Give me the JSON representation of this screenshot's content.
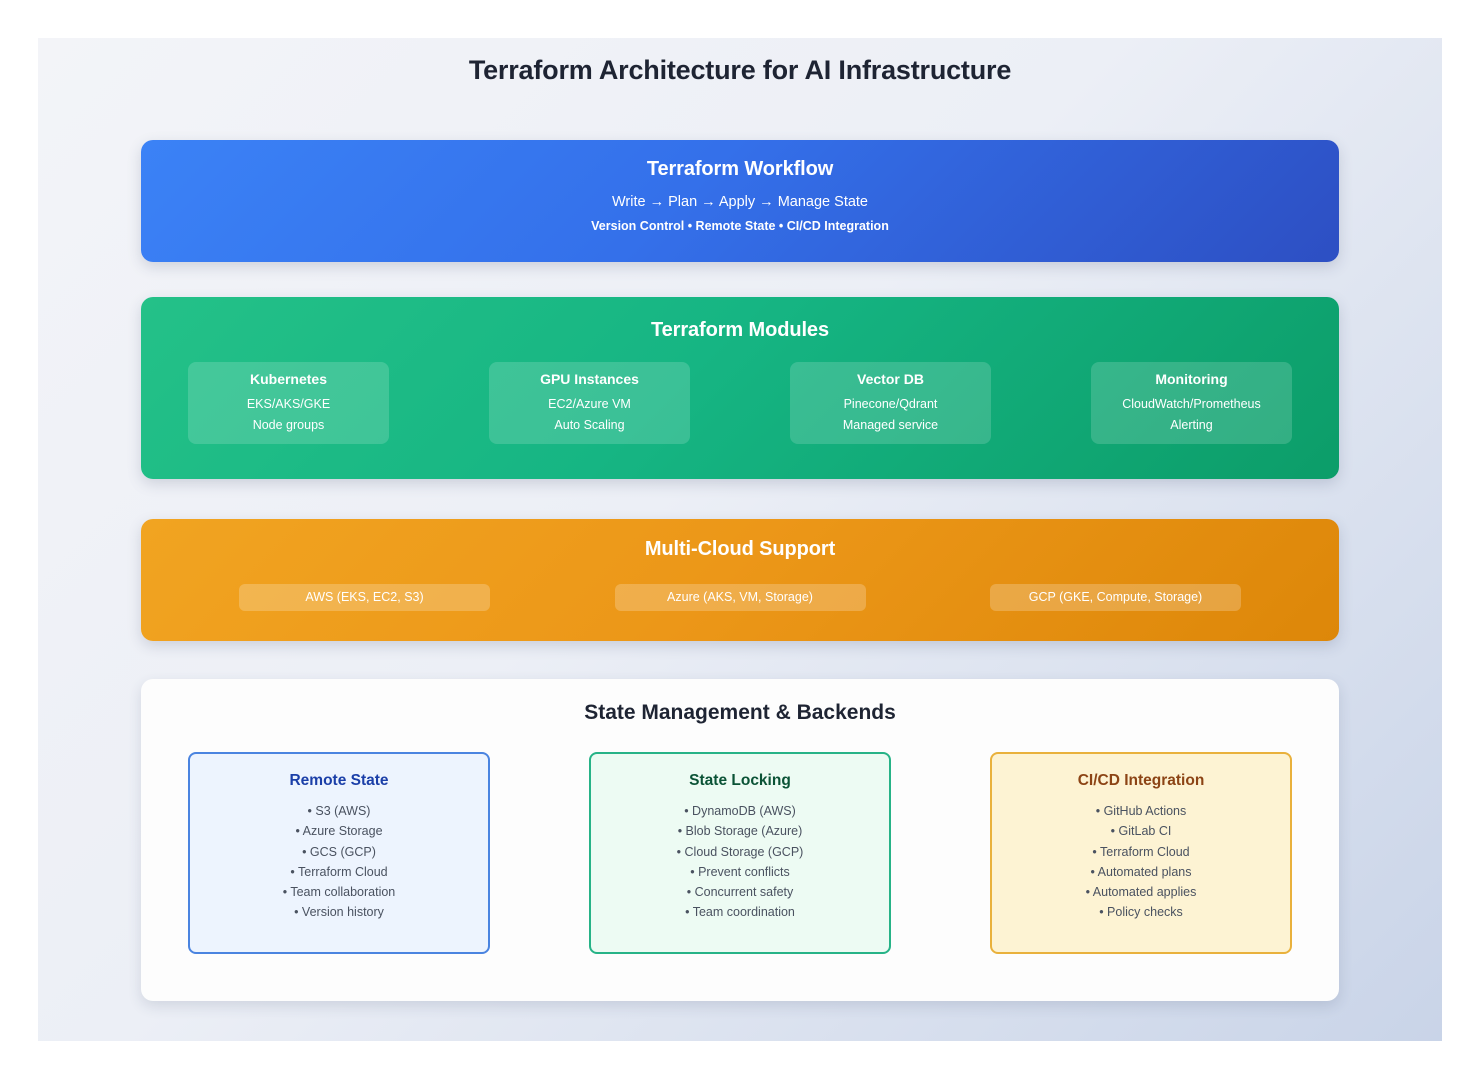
{
  "page": {
    "title": "Terraform Architecture for AI Infrastructure",
    "background_from": "#f3f4f8",
    "background_to": "#c9d4e8"
  },
  "workflow": {
    "title": "Terraform Workflow",
    "flow": "Write → Plan → Apply → Manage State",
    "subtitle": "Version Control • Remote State • CI/CD Integration",
    "color_from": "#3b82f6",
    "color_to": "#2d4fc3"
  },
  "modules": {
    "title": "Terraform Modules",
    "color_from": "#24c188",
    "color_to": "#0c9d69",
    "cards": [
      {
        "title": "Kubernetes",
        "line1": "EKS/AKS/GKE",
        "line2": "Node groups"
      },
      {
        "title": "GPU Instances",
        "line1": "EC2/Azure VM",
        "line2": "Auto Scaling"
      },
      {
        "title": "Vector DB",
        "line1": "Pinecone/Qdrant",
        "line2": "Managed service"
      },
      {
        "title": "Monitoring",
        "line1": "CloudWatch/Prometheus",
        "line2": "Alerting"
      }
    ]
  },
  "multicloud": {
    "title": "Multi-Cloud Support",
    "color_from": "#f1a421",
    "color_to": "#dd8709",
    "pills": [
      {
        "label": "AWS (EKS, EC2, S3)"
      },
      {
        "label": "Azure (AKS, VM, Storage)"
      },
      {
        "label": "GCP (GKE, Compute, Storage)"
      }
    ]
  },
  "state_management": {
    "title": "State Management & Backends",
    "cards": [
      {
        "title": "Remote State",
        "border_color": "#4a84e0",
        "fill_color": "#edf4fe",
        "title_color": "#1b3fa8",
        "items": [
          "• S3 (AWS)",
          "• Azure Storage",
          "• GCS (GCP)",
          "• Terraform Cloud",
          "• Team collaboration",
          "• Version history"
        ]
      },
      {
        "title": "State Locking",
        "border_color": "#27b387",
        "fill_color": "#edfbf3",
        "title_color": "#0b5336",
        "items": [
          "• DynamoDB (AWS)",
          "• Blob Storage (Azure)",
          "• Cloud Storage (GCP)",
          "• Prevent conflicts",
          "• Concurrent safety",
          "• Team coordination"
        ]
      },
      {
        "title": "CI/CD Integration",
        "border_color": "#e9b13c",
        "fill_color": "#fdf3d3",
        "title_color": "#8c4415",
        "items": [
          "• GitHub Actions",
          "• GitLab CI",
          "• Terraform Cloud",
          "• Automated plans",
          "• Automated applies",
          "• Policy checks"
        ]
      }
    ]
  }
}
